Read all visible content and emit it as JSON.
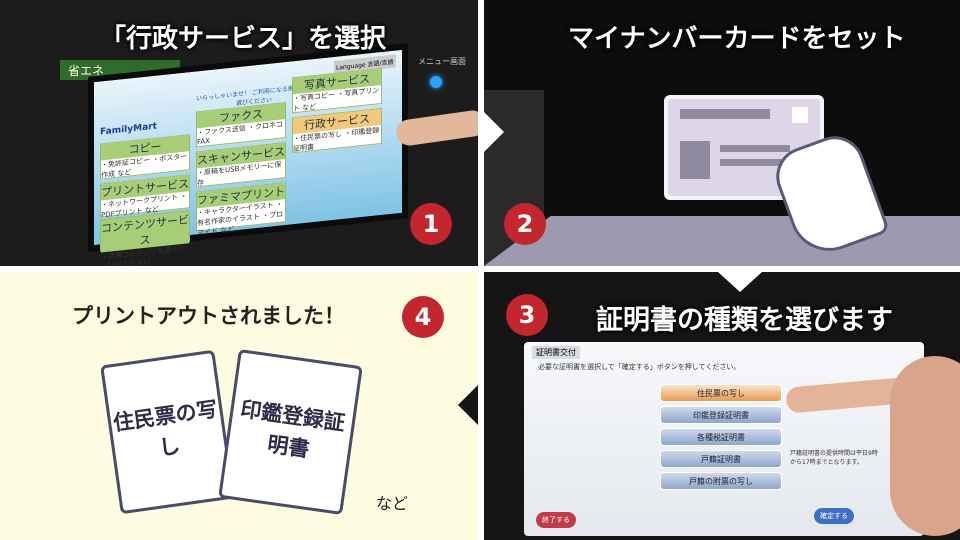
{
  "steps": [
    {
      "number": "1",
      "caption": "「行政サービス」を選択"
    },
    {
      "number": "2",
      "caption": "マイナンバーカードをセット"
    },
    {
      "number": "3",
      "caption": "証明書の種類を選びます"
    },
    {
      "number": "4",
      "caption": "プリントアウトされました！"
    }
  ],
  "kiosk": {
    "brand": "FamilyMart",
    "greeting": "いらっしゃいませ！ ご利用になる機能をお選びください",
    "language": "Language 言語/言語",
    "menu_label": "メニュー画面",
    "eco_label": "省エネ",
    "tiles": [
      {
        "title": "コピー",
        "desc": "・免許証コピー ・ポスター作成 など"
      },
      {
        "title": "ファクス",
        "desc": "・ファクス送信 ・クロネコFAX"
      },
      {
        "title": "写真サービス",
        "desc": "・写真コピー ・写真プリント など"
      },
      {
        "title": "行政サービス",
        "desc": "・住民票の写し ・印鑑登録証明書"
      },
      {
        "title": "スキャンサービス",
        "desc": "・原稿をUSBメモリーに保存"
      },
      {
        "title": "プリントサービス",
        "desc": "・ネットワークプリント ・PDFプリント など"
      },
      {
        "title": "ファミマプリント",
        "desc": "・キャラクターイラスト ・有名作家のイラスト ・ブロマイド など"
      },
      {
        "title": "コンテンツサービス",
        "desc": "・各種コンテンツを選んでご利用ください"
      }
    ]
  },
  "cert_screen": {
    "header": "証明書交付",
    "instruction": "必要な証明書を選択して「確定する」ボタンを押してください。",
    "options": [
      "住民票の写し",
      "印鑑登録証明書",
      "各種税証明書",
      "戸籍証明書",
      "戸籍の附票の写し"
    ],
    "note": "戸籍証明書の提供時間は平日9時から17時までとなります。",
    "confirm": "確定する",
    "exit": "終了する"
  },
  "result": {
    "docs": [
      "住民票の写し",
      "印鑑登録証明書"
    ],
    "etc": "など"
  },
  "colors": {
    "badge": "#c3262c",
    "bg_result": "#fdfbe0"
  }
}
